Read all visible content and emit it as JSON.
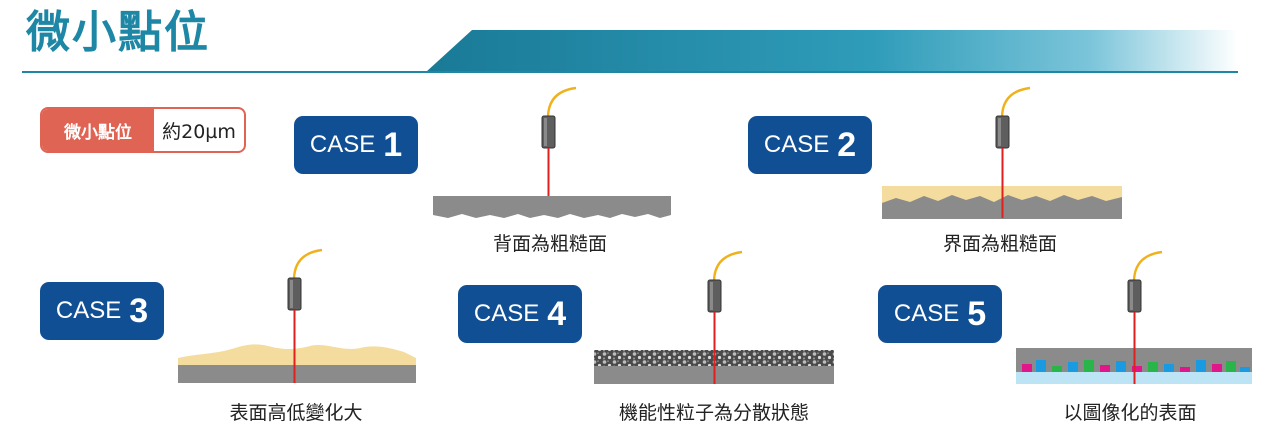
{
  "title": "微小點位",
  "spot": {
    "label": "微小點位",
    "value": "約20µm"
  },
  "cases": [
    {
      "word": "CASE",
      "number": "1",
      "caption": "背面為粗糙面"
    },
    {
      "word": "CASE",
      "number": "2",
      "caption": "界面為粗糙面"
    },
    {
      "word": "CASE",
      "number": "3",
      "caption": "表面高低變化大"
    },
    {
      "word": "CASE",
      "number": "4",
      "caption": "機能性粒子為分散狀態"
    },
    {
      "word": "CASE",
      "number": "5",
      "caption": "以圖像化的表面"
    }
  ],
  "colors": {
    "title": "#1e87a5",
    "banner_start": "#1a7c97",
    "badge_red": "#df6453",
    "case_blue": "#114f95",
    "laser": "#e0201e",
    "cable": "#f0b21c",
    "substrate": "#8b8b8b",
    "coating": "#f4dc9e",
    "transparent_base": "#bde4f5"
  }
}
